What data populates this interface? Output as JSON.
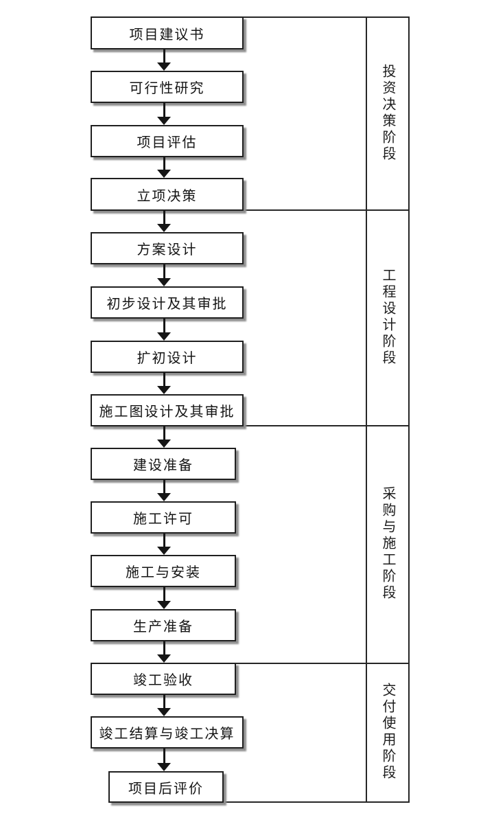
{
  "diagram": {
    "type": "flowchart",
    "direction": "top-to-bottom",
    "boxes": [
      {
        "label": "项目建议书"
      },
      {
        "label": "可行性研究"
      },
      {
        "label": "项目评估"
      },
      {
        "label": "立项决策"
      },
      {
        "label": "方案设计"
      },
      {
        "label": "初步设计及其审批"
      },
      {
        "label": "扩初设计"
      },
      {
        "label": "施工图设计及其审批"
      },
      {
        "label": "建设准备"
      },
      {
        "label": "施工许可"
      },
      {
        "label": "施工与安装"
      },
      {
        "label": "生产准备"
      },
      {
        "label": "竣工验收"
      },
      {
        "label": "竣工结算与竣工决算"
      },
      {
        "label": "项目后评价"
      }
    ],
    "phases": [
      {
        "label": "投资决策阶段",
        "covers_steps": [
          1,
          4
        ]
      },
      {
        "label": "工程设计阶段",
        "covers_steps": [
          5,
          8
        ]
      },
      {
        "label": "采购与施工阶段",
        "covers_steps": [
          9,
          12
        ]
      },
      {
        "label": "交付使用阶段",
        "covers_steps": [
          13,
          15
        ]
      }
    ],
    "colors": {
      "background": "#ffffff",
      "line": "#262626",
      "box_border": "#1f1f1f",
      "box_shadow": "#8f8f8f",
      "text": "#141414"
    }
  }
}
